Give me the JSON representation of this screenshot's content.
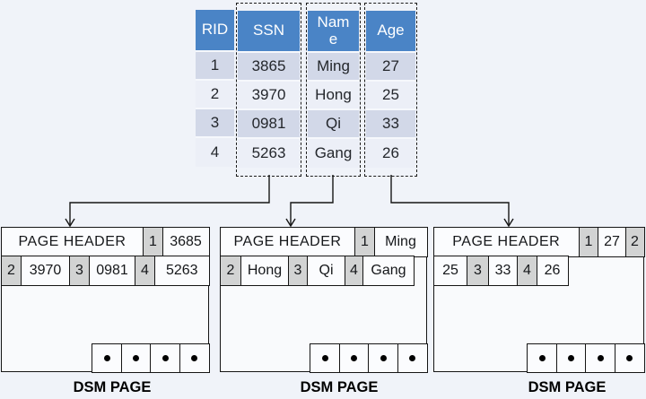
{
  "table": {
    "headers": [
      "RID",
      "SSN",
      "Name",
      "Age"
    ],
    "rows": [
      [
        "1",
        "3865",
        "Ming",
        "27"
      ],
      [
        "2",
        "3970",
        "Hong",
        "25"
      ],
      [
        "3",
        "0981",
        "Qi",
        "33"
      ],
      [
        "4",
        "5263",
        "Gang",
        "26"
      ]
    ]
  },
  "pages": [
    {
      "label": "DSM PAGE",
      "header": "PAGE HEADER",
      "row1": [
        "1",
        "3685"
      ],
      "row2": [
        "2",
        "3970",
        "3",
        "0981",
        "4",
        "5263"
      ]
    },
    {
      "label": "DSM PAGE",
      "header": "PAGE HEADER",
      "row1": [
        "1",
        "Ming"
      ],
      "row2": [
        "2",
        "Hong",
        "3",
        "Qi",
        "4",
        "Gang"
      ]
    },
    {
      "label": "DSM PAGE",
      "header": "PAGE HEADER",
      "row1": [
        "1",
        "27",
        "2"
      ],
      "row2": [
        "25",
        "3",
        "33",
        "4",
        "26"
      ]
    }
  ],
  "colors": {
    "background": "#f0f3f9",
    "table_header_blue": "#4a84c6",
    "row_dark": "#d2d8e8",
    "row_light": "#eceff7",
    "slot_gray": "#d2d3d3",
    "line_black": "#161616"
  }
}
